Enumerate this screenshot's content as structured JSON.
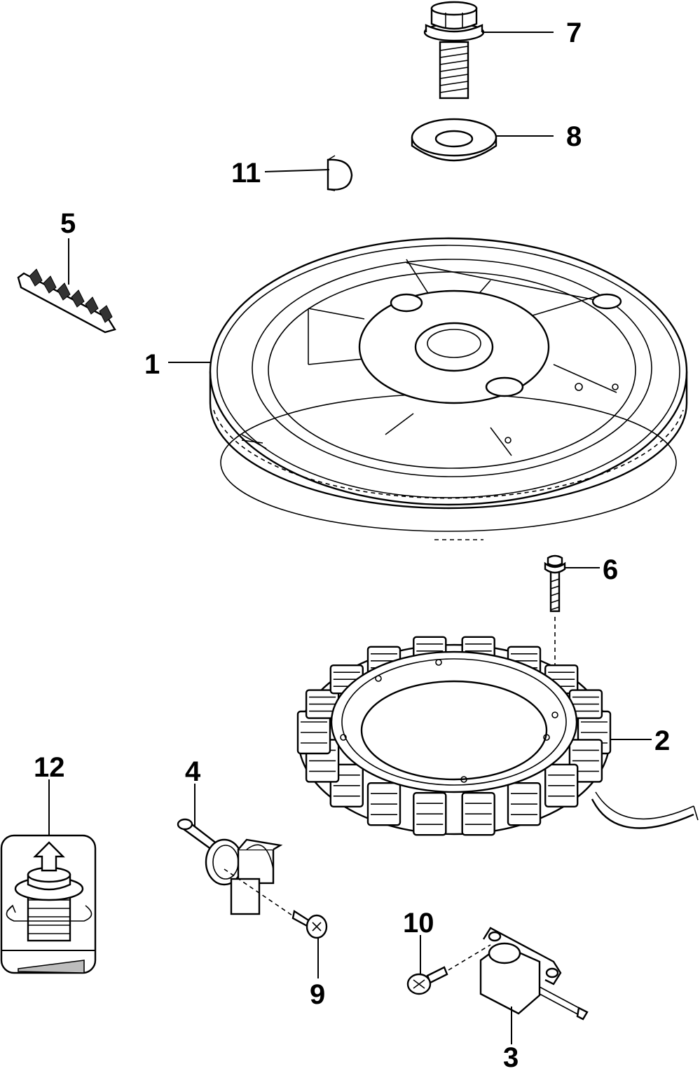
{
  "callouts": [
    {
      "id": "1",
      "part": "flywheel"
    },
    {
      "id": "2",
      "part": "stator"
    },
    {
      "id": "3",
      "part": "pulser-coil"
    },
    {
      "id": "4",
      "part": "sensor"
    },
    {
      "id": "5",
      "part": "spring-pin"
    },
    {
      "id": "6",
      "part": "stator-bolt"
    },
    {
      "id": "7",
      "part": "flywheel-bolt"
    },
    {
      "id": "8",
      "part": "washer"
    },
    {
      "id": "9",
      "part": "sensor-screw"
    },
    {
      "id": "10",
      "part": "pulser-screw"
    },
    {
      "id": "11",
      "part": "woodruff-key"
    },
    {
      "id": "12",
      "part": "torque-note"
    }
  ]
}
